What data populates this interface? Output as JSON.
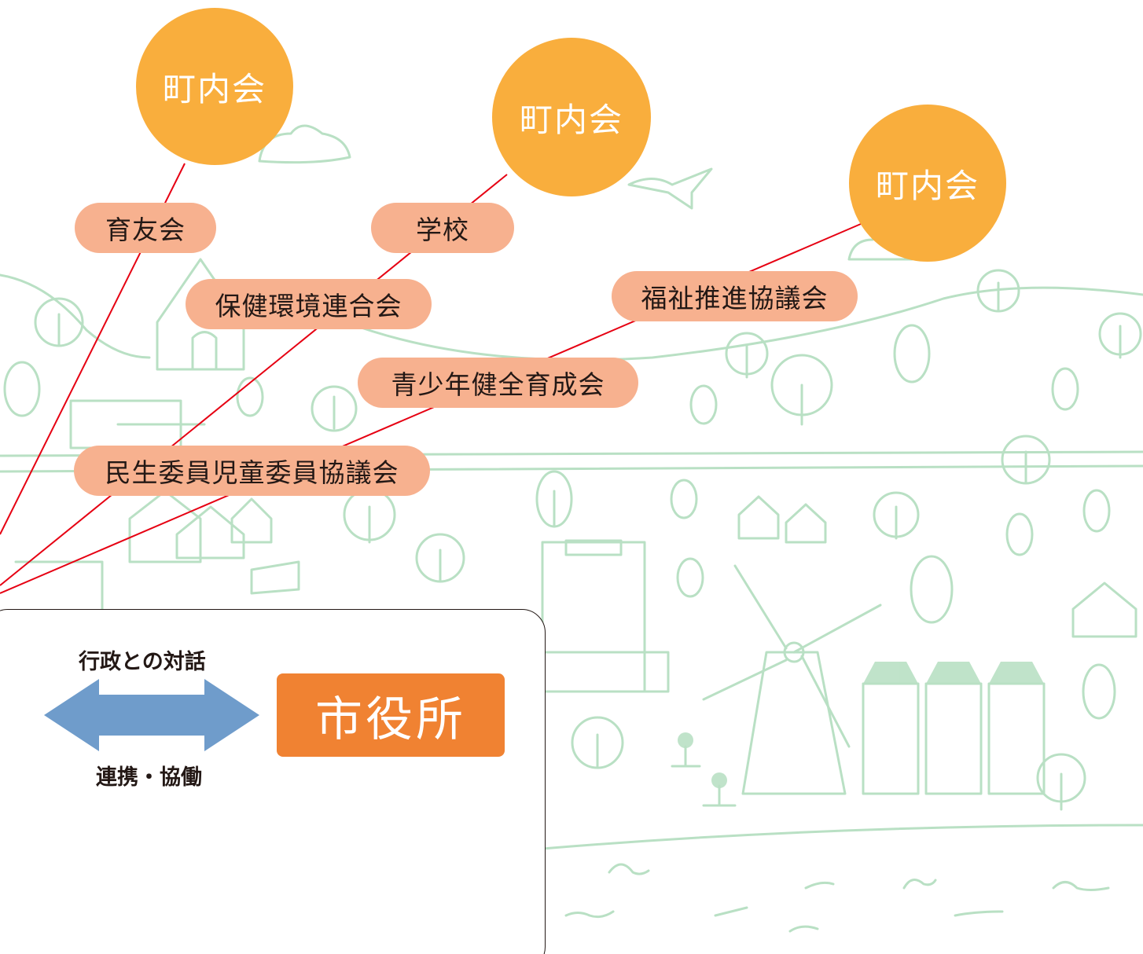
{
  "organizations": {
    "chonaikai": [
      "町内会",
      "町内会",
      "町内会"
    ],
    "groups": [
      "育友会",
      "学校",
      "保健環境連合会",
      "福祉推進協議会",
      "青少年健全育成会",
      "民生委員児童委員協議会"
    ]
  },
  "panel": {
    "dialogue_label": "行政との対話",
    "cooperation_label": "連携・協働",
    "cityhall_label": "市役所"
  },
  "colors": {
    "chonaikai": "#f9ae3d",
    "groups": "#f7b18f",
    "cityhall": "#f08232",
    "arrow": "#6f9ccb",
    "connector": "#e60012",
    "scenery": "#b9e0c4"
  },
  "background_illustration": "town-landscape"
}
